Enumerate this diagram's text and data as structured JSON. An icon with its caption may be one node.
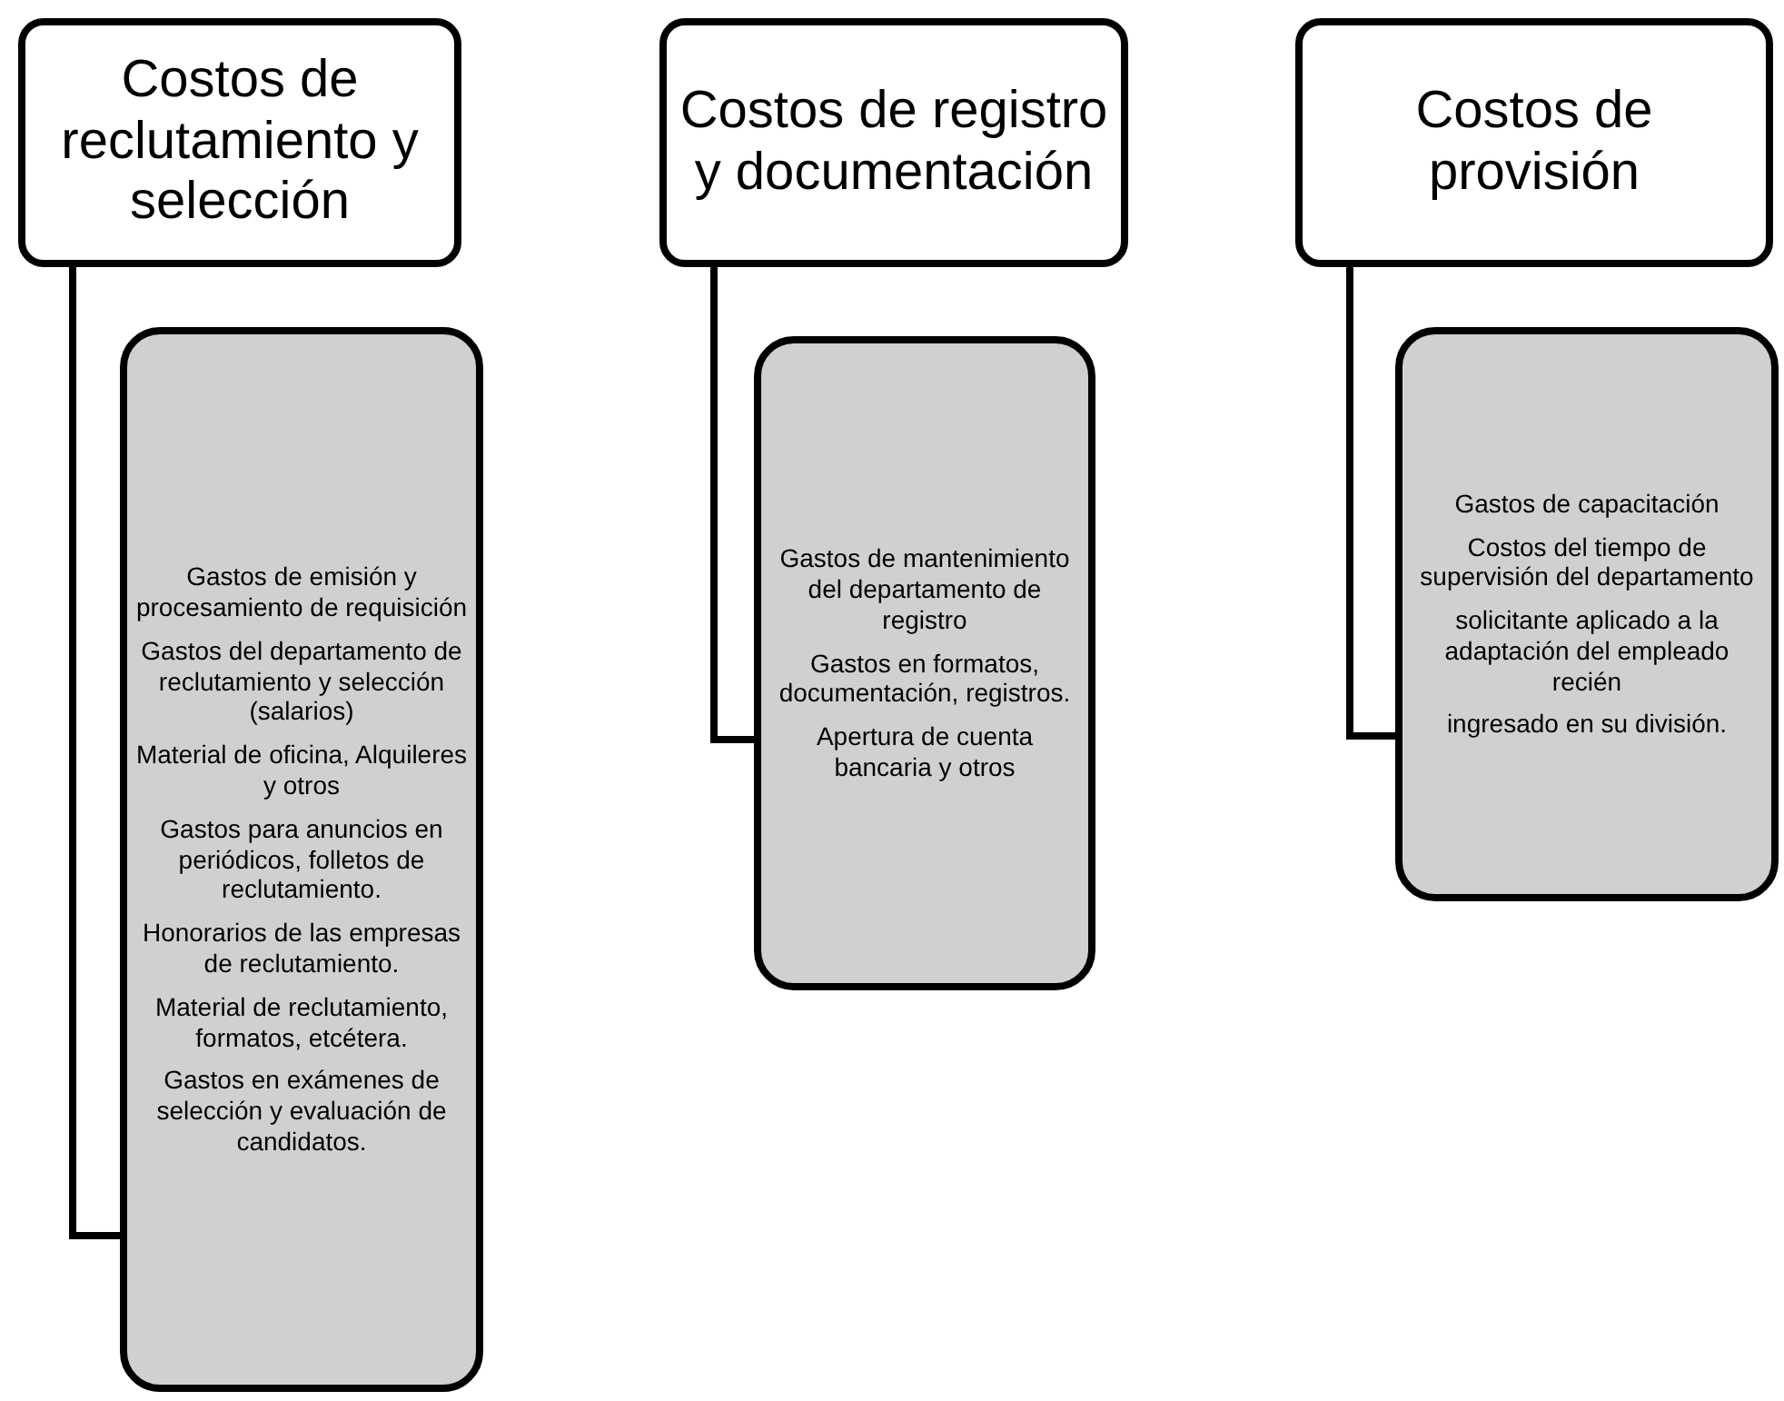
{
  "diagram": {
    "nodes": [
      {
        "text": [
          "Costos de reclutamiento y selección"
        ]
      },
      {
        "text": [
          "Costos de registro y documentación"
        ]
      },
      {
        "text": [
          "Costos de provisión"
        ]
      },
      {
        "text": [
          "Gastos de emisión y procesamiento de requisición",
          "Gastos del departamento de reclutamiento y selección (salarios)",
          "Material de oficina, Alquileres y otros",
          "Gastos para anuncios en periódicos, folletos de reclutamiento.",
          "Honorarios de las empresas de reclutamiento.",
          "Material de reclutamiento, formatos, etcétera.",
          "Gastos en exámenes de selección y evaluación de candidatos."
        ]
      },
      {
        "text": [
          "Gastos de mantenimiento del departamento de registro",
          "Gastos en formatos, documentación, registros.",
          "Apertura de cuenta bancaria y otros"
        ]
      },
      {
        "text": [
          "Gastos de capacitación",
          "Costos del tiempo de supervisión del departamento",
          "solicitante aplicado a la adaptación del empleado recién",
          "ingresado en su división."
        ]
      }
    ],
    "edges": [
      {
        "from": 0,
        "to": 3,
        "arrow": "none"
      },
      {
        "from": 1,
        "to": 4,
        "arrow": "none"
      },
      {
        "from": 2,
        "to": 5,
        "arrow": "none"
      }
    ]
  }
}
